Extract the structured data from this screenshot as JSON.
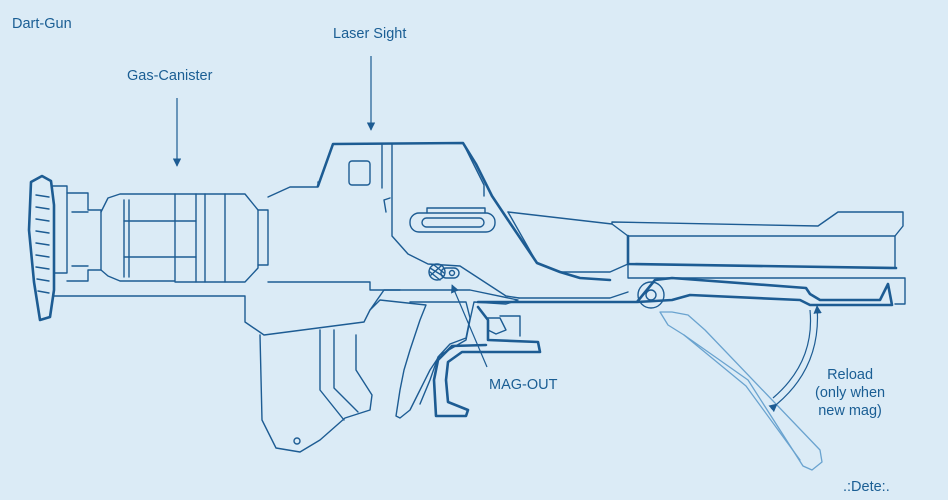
{
  "title": "Dart-Gun",
  "labels": {
    "gas_canister": "Gas-Canister",
    "laser_sight": "Laser Sight",
    "mag_out": "MAG-OUT",
    "reload_lines": [
      "Reload",
      "(only when",
      "new mag)"
    ],
    "signature": ".:Dete:."
  },
  "colors": {
    "background": "#dbebf6",
    "line": "#1d5c93",
    "text": "#1a5e94",
    "ghost_line": "#6aa3cf"
  }
}
